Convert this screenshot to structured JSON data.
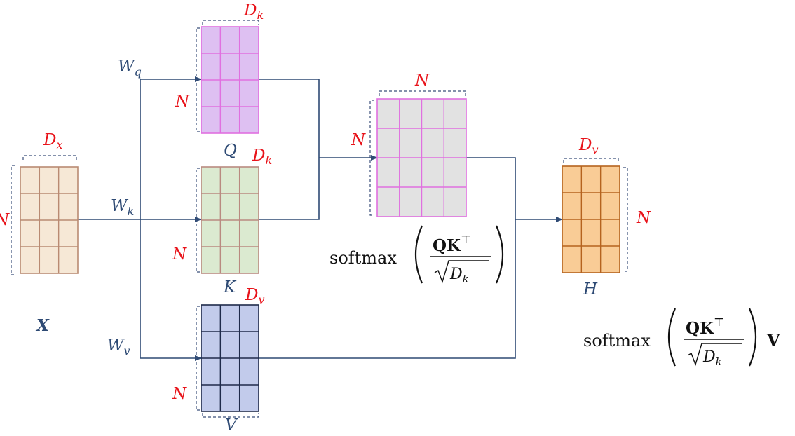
{
  "colors": {
    "blue": "#2e4a74",
    "red": "#e8131a",
    "dash": "#3b4f7a",
    "x_fill": "#f6e8d6",
    "x_stroke": "#b98a72",
    "q_fill": "#dec0f2",
    "q_stroke": "#e070e0",
    "k_fill": "#dbead0",
    "k_stroke": "#b98a80",
    "v_fill": "#c2cbeb",
    "v_stroke": "#1f2b4a",
    "a_fill": "#e2e2e2",
    "a_stroke": "#e070e0",
    "h_fill": "#f9cc96",
    "h_stroke": "#b5631f"
  },
  "matrices": {
    "x": {
      "name": "X",
      "dim_top": "D",
      "dim_top_sub": "x",
      "dim_side": "N"
    },
    "q": {
      "name": "Q",
      "dim_top": "D",
      "dim_top_sub": "k",
      "dim_side": "N"
    },
    "k": {
      "name": "K",
      "dim_top": "D",
      "dim_top_sub": "k",
      "dim_side": "N"
    },
    "v": {
      "name": "V",
      "dim_top": "D",
      "dim_top_sub": "v",
      "dim_side": "N"
    },
    "attn": {
      "dim_top": "N",
      "dim_side": "N"
    },
    "h": {
      "name": "H",
      "dim_top": "D",
      "dim_top_sub": "v",
      "dim_side": "N"
    }
  },
  "weights": {
    "wq": {
      "base": "W",
      "sub": "q"
    },
    "wk": {
      "base": "W",
      "sub": "k"
    },
    "wv": {
      "base": "W",
      "sub": "v"
    }
  },
  "formulas": {
    "attn": {
      "func": "softmax",
      "num": "QK",
      "sup": "⊤",
      "den": "D",
      "den_sub": "k"
    },
    "output": {
      "func": "softmax",
      "num": "QK",
      "sup": "⊤",
      "den": "D",
      "den_sub": "k",
      "post": "V"
    }
  }
}
